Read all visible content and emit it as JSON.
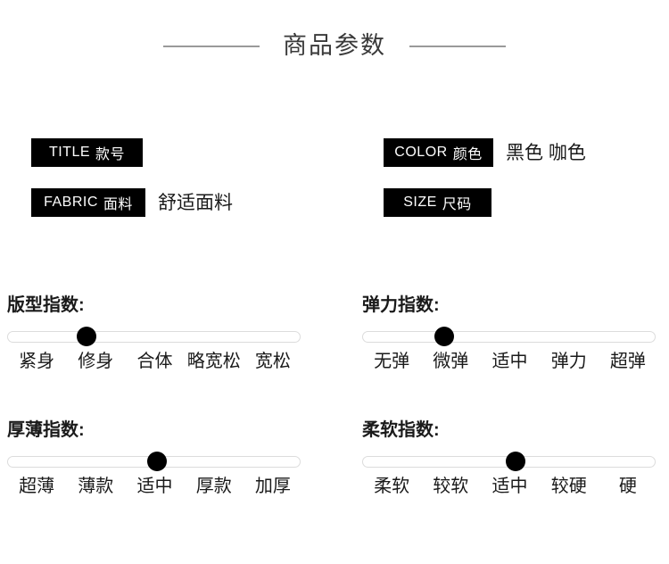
{
  "header": {
    "title": "商品参数"
  },
  "specs": [
    {
      "key": "title",
      "badge_en": "TITLE",
      "badge_cn": "款号",
      "value": ""
    },
    {
      "key": "color",
      "badge_en": "COLOR",
      "badge_cn": "颜色",
      "value": "黑色 咖色"
    },
    {
      "key": "fabric",
      "badge_en": "FABRIC",
      "badge_cn": "面料",
      "value": "舒适面料"
    },
    {
      "key": "size",
      "badge_en": "SIZE",
      "badge_cn": "尺码",
      "value": ""
    }
  ],
  "sliders": [
    {
      "key": "fit",
      "label": "版型指数:",
      "selected_index": 1,
      "selected_value": "修身",
      "percent": 27,
      "options": [
        "紧身",
        "修身",
        "合体",
        "略宽松",
        "宽松"
      ]
    },
    {
      "key": "elasticity",
      "label": "弹力指数:",
      "selected_index": 1,
      "selected_value": "微弹",
      "percent": 28,
      "options": [
        "无弹",
        "微弹",
        "适中",
        "弹力",
        "超弹"
      ]
    },
    {
      "key": "thickness",
      "label": "厚薄指数:",
      "selected_index": 2,
      "selected_value": "适中",
      "percent": 51,
      "options": [
        "超薄",
        "薄款",
        "适中",
        "厚款",
        "加厚"
      ]
    },
    {
      "key": "softness",
      "label": "柔软指数:",
      "selected_index": 2,
      "selected_value": "适中",
      "percent": 52,
      "options": [
        "柔软",
        "较软",
        "适中",
        "较硬",
        "硬"
      ]
    }
  ],
  "colors": {
    "badge_background": "#000000",
    "badge_text": "#ffffff",
    "rule": "#9a9a9a",
    "title_text": "#3a3a3a",
    "knob": "#000000",
    "track_border": "#dcdcdc",
    "body_text": "#1a1a1a"
  }
}
